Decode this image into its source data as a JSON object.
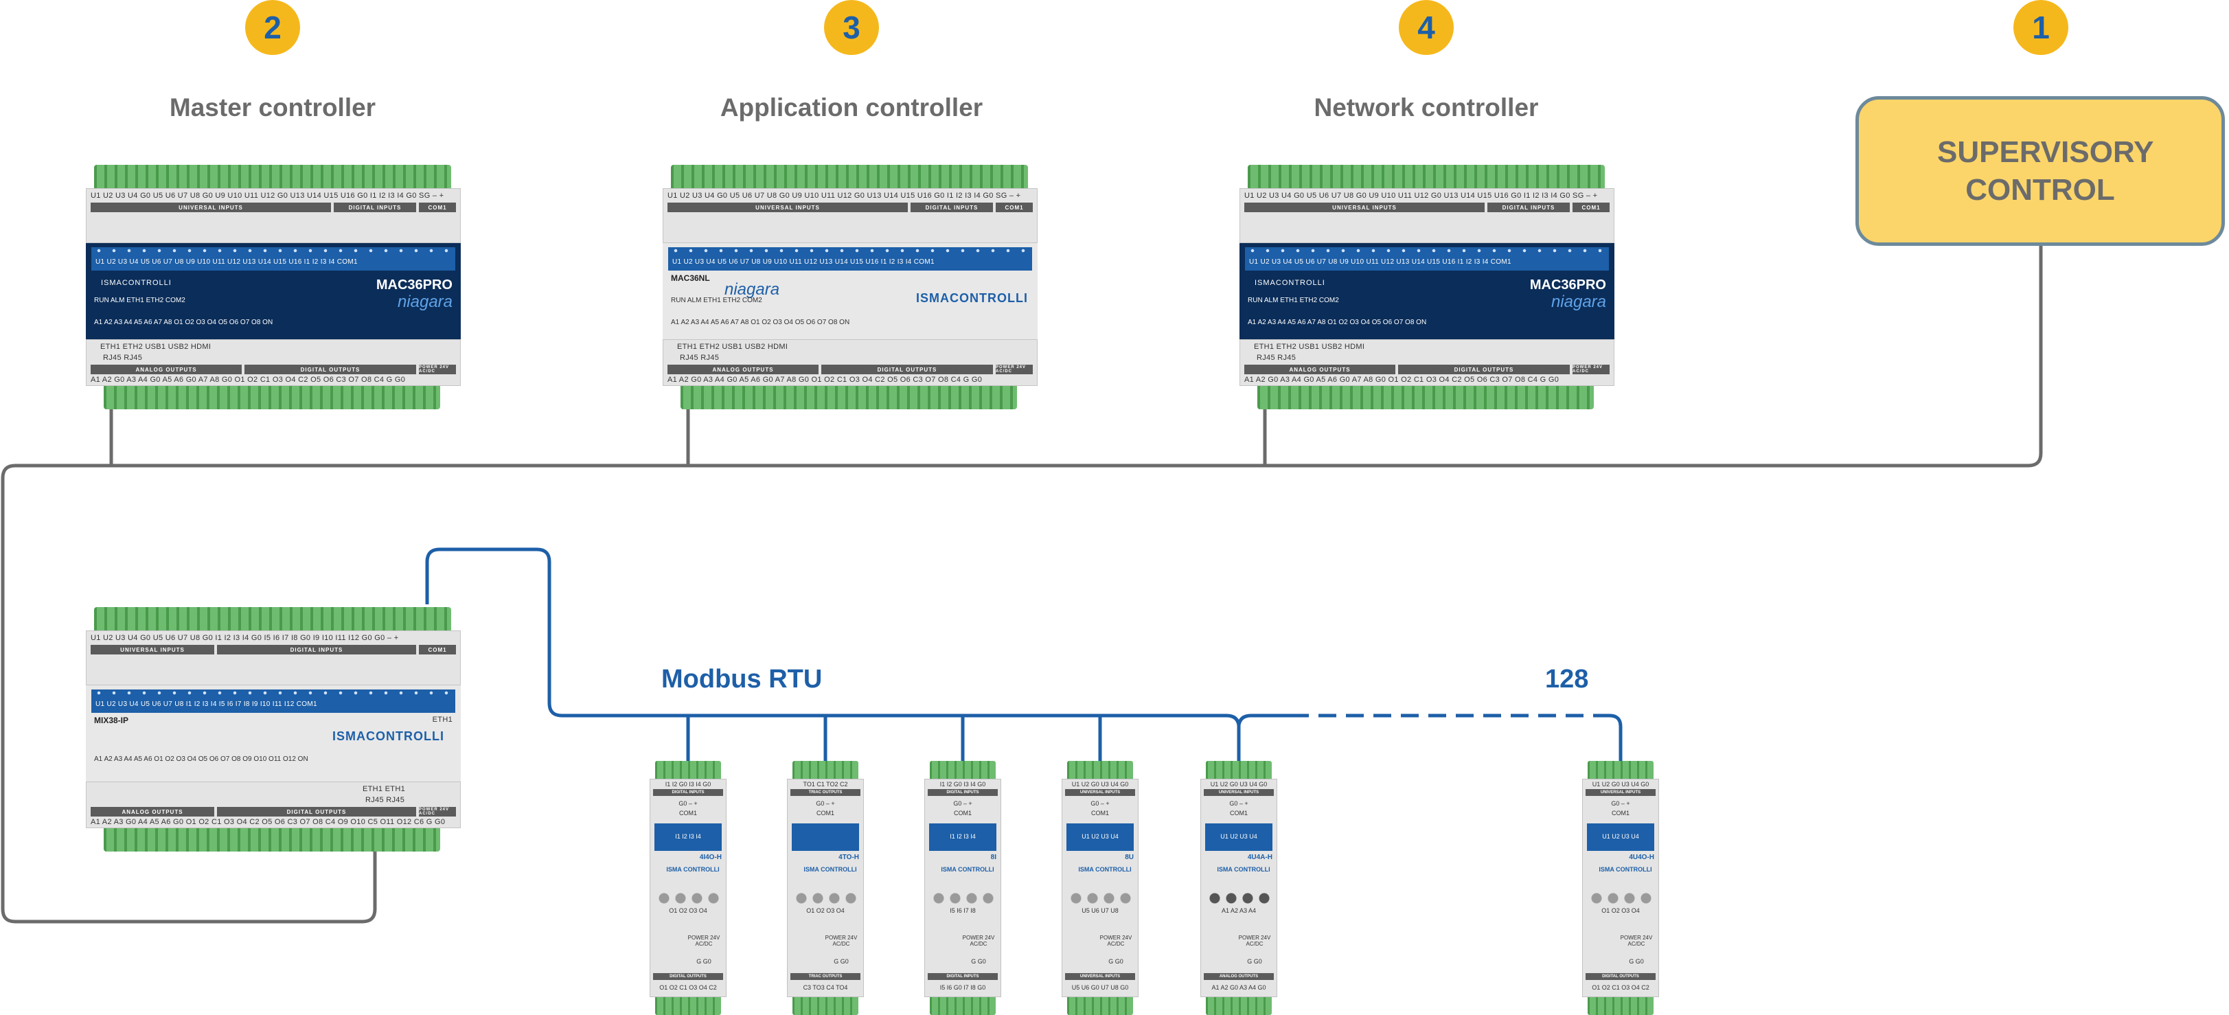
{
  "badges": {
    "master": "2",
    "application": "3",
    "network": "4",
    "supervisory": "1"
  },
  "titles": {
    "master": "Master controller",
    "application": "Application controller",
    "network": "Network controller"
  },
  "supervisory_label": "SUPERVISORY CONTROL",
  "bus_label": "Modbus RTU",
  "bus_count": "128",
  "colors": {
    "badge": "#f5b81c",
    "badge_text": "#1d5fa8",
    "bus": "#1d5fa8",
    "ethernet": "#6b6b6b",
    "supervisory_fill": "#fbd569",
    "terminal": "#5daa5f"
  },
  "devices": {
    "master": {
      "model": "MAC36PRO",
      "brand": "ISMACONTROLLI",
      "platform": "niagara",
      "top_pins": "U1 U2 U3 U4 G0 U5 U6 U7 U8 G0 U9 U10 U11 U12 G0 U13 U14 U15 U16 G0  I1  I2  I3  I4 G0  SG  –  +",
      "top_sections": [
        "UNIVERSAL INPUTS",
        "DIGITAL INPUTS",
        "COM1"
      ],
      "strip_labels": "U1 U2 U3 U4 U5 U6 U7 U8 U9 U10 U11 U12 U13 U14 U15 U16  I1  I2  I3  I4   COM1",
      "status_labels": "RUN  ALM  ETH1  ETH2  COM2",
      "out_labels": "A1  A2  A3  A4  A5  A6  A7  A8  O1  O2  O3  O4  O5  O6  O7  O8   ON",
      "ports": "ETH1    ETH2    USB1 USB2    HDMI",
      "port_sub": "RJ45     RJ45",
      "bottom_sections": [
        "ANALOG OUTPUTS",
        "DIGITAL OUTPUTS",
        "POWER 24V AC/DC"
      ],
      "bottom_pins": "A1 A2 G0 A3 A4 G0 A5 A6 G0 A7 A8 G0 O1 O2 C1 O3 O4 C2 O5 O6 C3 O7 O8 C4  G  G0"
    },
    "application": {
      "model": "MAC36NL",
      "brand": "ISMACONTROLLI",
      "platform": "niagara",
      "top_pins": "U1 U2 U3 U4 G0 U5 U6 U7 U8 G0 U9 U10 U11 U12 G0 U13 U14 U15 U16 G0  I1  I2  I3  I4 G0  SG  –  +",
      "top_sections": [
        "UNIVERSAL INPUTS",
        "DIGITAL INPUTS",
        "COM1"
      ],
      "strip_labels": "U1 U2 U3 U4 U5 U6 U7 U8 U9 U10 U11 U12 U13 U14 U15 U16  I1  I2  I3  I4   COM1",
      "status_labels": "RUN  ALM  ETH1  ETH2  COM2",
      "out_labels": "A1  A2  A3  A4  A5  A6  A7  A8  O1  O2  O3  O4  O5  O6  O7  O8   ON",
      "ports": "ETH1    ETH2    USB1 USB2    HDMI",
      "port_sub": "RJ45     RJ45",
      "bottom_sections": [
        "ANALOG OUTPUTS",
        "DIGITAL OUTPUTS",
        "POWER 24V AC/DC"
      ],
      "bottom_pins": "A1 A2 G0 A3 A4 G0 A5 A6 G0 A7 A8 G0 O1 O2 C1 O3 O4 C2 O5 O6 C3 O7 O8 C4  G  G0"
    },
    "network": {
      "model": "MAC36PRO",
      "brand": "ISMACONTROLLI",
      "platform": "niagara",
      "top_pins": "U1 U2 U3 U4 G0 U5 U6 U7 U8 G0 U9 U10 U11 U12 G0 U13 U14 U15 U16 G0  I1  I2  I3  I4 G0  SG  –  +",
      "top_sections": [
        "UNIVERSAL INPUTS",
        "DIGITAL INPUTS",
        "COM1"
      ],
      "strip_labels": "U1 U2 U3 U4 U5 U6 U7 U8 U9 U10 U11 U12 U13 U14 U15 U16  I1  I2  I3  I4   COM1",
      "status_labels": "RUN  ALM  ETH1  ETH2  COM2",
      "out_labels": "A1  A2  A3  A4  A5  A6  A7  A8  O1  O2  O3  O4  O5  O6  O7  O8   ON",
      "ports": "ETH1    ETH2    USB1 USB2    HDMI",
      "port_sub": "RJ45     RJ45",
      "bottom_sections": [
        "ANALOG OUTPUTS",
        "DIGITAL OUTPUTS",
        "POWER 24V AC/DC"
      ],
      "bottom_pins": "A1 A2 G0 A3 A4 G0 A5 A6 G0 A7 A8 G0 O1 O2 C1 O3 O4 C2 O5 O6 C3 O7 O8 C4  G  G0"
    },
    "mix": {
      "model": "MIX38-IP",
      "brand": "ISMACONTROLLI",
      "top_pins": "U1 U2 U3 U4 G0 U5 U6 U7 U8 G0  I1  I2  I3  I4 G0  I5  I6  I7  I8 G0  I9 I10 I11 I12 G0  G0  –  +",
      "top_sections": [
        "UNIVERSAL INPUTS",
        "DIGITAL INPUTS",
        "COM1"
      ],
      "strip_labels": "U1 U2 U3 U4   U5 U6 U7 U8   I1  I2  I3  I4    I5  I6  I7  I8    I9 I10 I11 I12   COM1",
      "eth_label": "ETH1",
      "out_labels": "A1 A2 A3   A4 A5 A6   O1 O2   O3 O4   O5 O6   O7 O8   O9 O10   O11 O12   ON",
      "ports": "ETH1    ETH1",
      "port_sub": "RJ45     RJ45",
      "bottom_sections": [
        "ANALOG OUTPUTS",
        "DIGITAL OUTPUTS",
        "POWER 24V AC/DC"
      ],
      "bottom_pins": "A1 A2 A3 G0 A4 A5 A6 G0 O1 O2 C1 O3 O4 C2 O5 O6 C3 O7 O8 C4 O9 O10 C5 O11 O12 C6  G  G0"
    }
  },
  "modules": [
    {
      "name": "4I4O-H",
      "top_pins": "I1 I2 G0 I3 I4 G0",
      "top_section": "DIGITAL INPUTS",
      "com_pins": "G0  –  +",
      "com": "COM1",
      "face_labels": "I1 I2 I3 I4",
      "low_labels": "O1 O2 O3 O4",
      "power": "POWER 24V AC/DC",
      "power_pins": "G   G0",
      "bottom_section": "DIGITAL OUTPUTS",
      "bottom_pins": "O1 O2 C1 O3 O4 C2",
      "brand": "ISMA CONTROLLI"
    },
    {
      "name": "4TO-H",
      "top_pins": "TO1 C1   TO2 C2",
      "top_section": "TRIAC OUTPUTS",
      "com_pins": "G0  –  +",
      "com": "COM1",
      "face_labels": "",
      "low_labels": "O1 O2 O3 O4",
      "power": "POWER 24V AC/DC",
      "power_pins": "G   G0",
      "bottom_section": "TRIAC OUTPUTS",
      "bottom_pins": "C3 TO3   C4 TO4",
      "brand": "ISMA CONTROLLI"
    },
    {
      "name": "8I",
      "top_pins": "I1 I2 G0 I3 I4 G0",
      "top_section": "DIGITAL INPUTS",
      "com_pins": "G0  –  +",
      "com": "COM1",
      "face_labels": "I1 I2 I3 I4",
      "low_labels": "I5 I6 I7 I8",
      "power": "POWER 24V AC/DC",
      "power_pins": "G   G0",
      "bottom_section": "DIGITAL INPUTS",
      "bottom_pins": "I5 I6 G0 I7 I8 G0",
      "brand": "ISMA CONTROLLI"
    },
    {
      "name": "8U",
      "top_pins": "U1 U2 G0 U3 U4 G0",
      "top_section": "UNIVERSAL INPUTS",
      "com_pins": "G0  –  +",
      "com": "COM1",
      "face_labels": "U1 U2 U3 U4",
      "low_labels": "U5 U6 U7 U8",
      "power": "POWER 24V AC/DC",
      "power_pins": "G   G0",
      "bottom_section": "UNIVERSAL INPUTS",
      "bottom_pins": "U5 U6 G0 U7 U8 G0",
      "brand": "ISMA CONTROLLI"
    },
    {
      "name": "4U4A-H",
      "top_pins": "U1 U2 G0 U3 U4 G0",
      "top_section": "UNIVERSAL INPUTS",
      "com_pins": "G0  –  +",
      "com": "COM1",
      "face_labels": "U1 U2 U3 U4",
      "low_labels": "A1 A2 A3 A4",
      "power": "POWER 24V AC/DC",
      "power_pins": "G   G0",
      "bottom_section": "ANALOG OUTPUTS",
      "bottom_pins": "A1 A2 G0 A3 A4 G0",
      "brand": "ISMA CONTROLLI"
    },
    {
      "name": "4U4O-H",
      "top_pins": "U1 U2 G0 U3 U4 G0",
      "top_section": "UNIVERSAL INPUTS",
      "com_pins": "G0  –  +",
      "com": "COM1",
      "face_labels": "U1 U2 U3 U4",
      "low_labels": "O1 O2 O3 O4",
      "power": "POWER 24V AC/DC",
      "power_pins": "G   G0",
      "bottom_section": "DIGITAL OUTPUTS",
      "bottom_pins": "O1 O2 C1 O3 O4 C2",
      "brand": "ISMA CONTROLLI"
    }
  ]
}
